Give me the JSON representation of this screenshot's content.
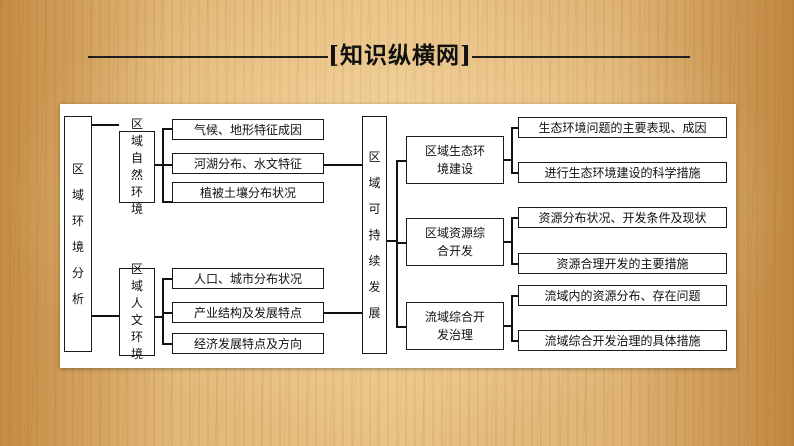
{
  "title": "[知识纵横网]",
  "root": "区域环境分析",
  "natural": {
    "label": "区域自然环境",
    "items": [
      "气候、地形特征成因",
      "河湖分布、水文特征",
      "植被土壤分布状况"
    ]
  },
  "human": {
    "label": "区域人文环境",
    "items": [
      "人口、城市分布状况",
      "产业结构及发展特点",
      "经济发展特点及方向"
    ]
  },
  "sustainable": "区域可持续发展",
  "eco": {
    "label": "区域生态环境建设",
    "items": [
      "生态环境问题的主要表现、成因",
      "进行生态环境建设的科学措施"
    ]
  },
  "resource": {
    "label": "区域资源综合开发",
    "items": [
      "资源分布状况、开发条件及现状",
      "资源合理开发的主要措施"
    ]
  },
  "basin": {
    "label": "流域综合开发治理",
    "items": [
      "流域内的资源分布、存在问题",
      "流域综合开发治理的具体措施"
    ]
  }
}
